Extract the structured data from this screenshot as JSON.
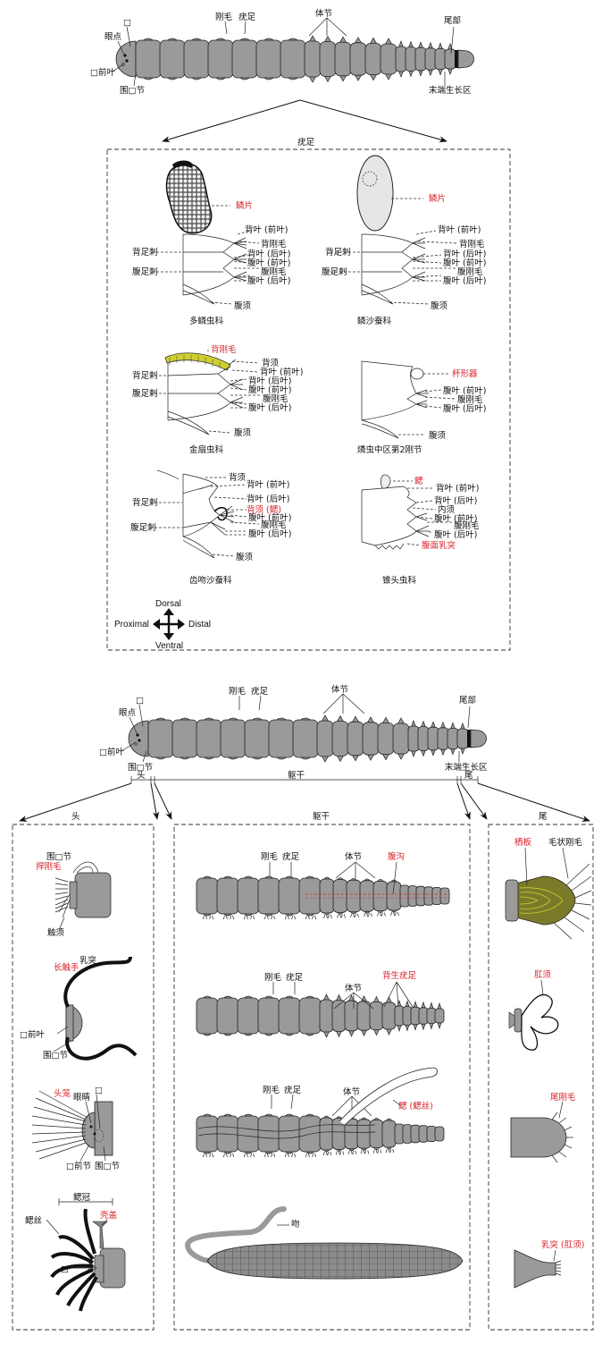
{
  "top": {
    "labels": {
      "square1": "□",
      "eye": "眼点",
      "prostomium": "□前叶",
      "peristomium": "围□节",
      "chaeta": "刚毛",
      "parapodium": "疣足",
      "segment": "体节",
      "pygidium": "尾部",
      "growth_zone": "末端生长区"
    }
  },
  "parapodia": {
    "box_title": "疣足",
    "families": [
      {
        "name": "多鳞虫科",
        "highlight": "鳞片",
        "labels": [
          "背叶 (前叶)",
          "背刚毛",
          "背叶 (后叶)",
          "腹叶 (前叶)",
          "腹刚毛",
          "腹叶 (后叶)",
          "腹须"
        ],
        "left": [
          "背足刺",
          "腹足刺"
        ]
      },
      {
        "name": "鳞沙蚕科",
        "highlight": "鳞片",
        "labels": [
          "背叶 (前叶)",
          "背刚毛",
          "背叶 (后叶)",
          "腹叶 (前叶)",
          "腹刚毛",
          "腹叶 (后叶)",
          "腹须"
        ],
        "left": [
          "背足刺",
          "腹足刺"
        ]
      },
      {
        "name": "金扇虫科",
        "highlight": "背刚毛",
        "labels": [
          "背须",
          "背叶 (前叶)",
          "背叶 (后叶)",
          "腹叶 (前叶)",
          "腹刚毛",
          "腹叶 (后叶)",
          "腹须"
        ],
        "left": [
          "背足刺",
          "腹足刺"
        ]
      },
      {
        "name": "燐虫中区第2刚节",
        "highlight": "杯形器",
        "labels": [
          "腹叶 (前叶)",
          "腹刚毛",
          "腹叶 (后叶)",
          "腹须"
        ],
        "left": []
      },
      {
        "name": "齿吻沙蚕科",
        "highlight": "背须 (鳃)",
        "labels": [
          "背须",
          "背叶 (前叶)",
          "背叶 (后叶)",
          "腹叶 (前叶)",
          "腹刚毛",
          "腹叶 (后叶)",
          "腹须"
        ],
        "left": [
          "背足刺",
          "腹足刺"
        ]
      },
      {
        "name": "锥头虫科",
        "highlight": "鳃",
        "highlight2": "腹面乳突",
        "labels": [
          "背叶 (前叶)",
          "背叶 (后叶)",
          "内须",
          "腹叶 (前叶)",
          "腹刚毛",
          "腹叶 (后叶)"
        ],
        "left": []
      }
    ],
    "compass": {
      "dorsal": "Dorsal",
      "ventral": "Ventral",
      "proximal": "Proximal",
      "distal": "Distal"
    }
  },
  "middle": {
    "labels": {
      "square1": "□",
      "eye": "眼点",
      "prostomium": "□前叶",
      "peristomium": "围□节",
      "chaeta": "刚毛",
      "parapodium": "疣足",
      "segment": "体节",
      "pygidium": "尾部",
      "growth_zone": "末端生长区",
      "head_region": "头",
      "trunk_region": "躯干",
      "tail_region": "尾"
    }
  },
  "head_box": {
    "title": "头",
    "labels": {
      "peristomium_a": "围□节",
      "grasp_chaetae": "捍刚毛",
      "cirri": "触须",
      "long_palp": "长触手",
      "papilla": "乳突",
      "prostomium_b": "□前叶",
      "peristomium_b": "围□节",
      "head_cage": "头笼",
      "eye": "眼睛",
      "square": "□",
      "prostomium_c": "□前节",
      "peristomium_c": "围□节",
      "branchial_crown": "鳃冠",
      "operculum": "壳盖",
      "radiole": "鳃丝",
      "square2": "□"
    }
  },
  "trunk_box": {
    "title": "躯干",
    "labels": {
      "chaeta1": "刚毛",
      "parapodium1": "疣足",
      "segment1": "体节",
      "ventral_groove": "腹沟",
      "chaeta2": "刚毛",
      "parapodium2": "疣足",
      "segment2": "体节",
      "notopodia": "背生疣足",
      "chaeta3": "刚毛",
      "parapodium3": "疣足",
      "segment3": "体节",
      "gill": "鳃 (鳃丝)",
      "proboscis": "吻"
    }
  },
  "tail_box": {
    "title": "尾",
    "labels": {
      "plaque": "栖板",
      "hair_chaetae": "毛状刚毛",
      "anal_cirri": "肛须",
      "tail_chaetae": "尾刚毛",
      "papilla_cirri": "乳突 (肛须)"
    }
  },
  "colors": {
    "body": "#9a9a9a",
    "red": "#d8232a",
    "olive": "#7a7a2a",
    "yellow": "#cfcf30"
  }
}
